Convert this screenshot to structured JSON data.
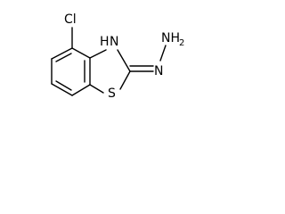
{
  "molecule": {
    "atoms": {
      "cl": "Cl",
      "nh_ring": "H",
      "nh_ring_n": "N",
      "s": "S",
      "n_imine": "N",
      "nh2": "NH",
      "nh2_sub": "2"
    }
  }
}
